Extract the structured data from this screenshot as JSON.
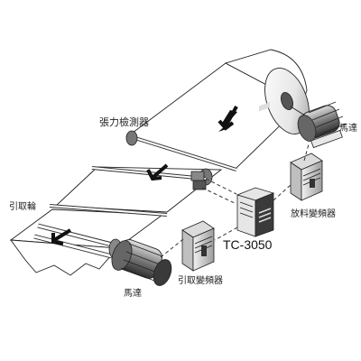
{
  "labels": {
    "tension_detector": "張力檢測器",
    "motor_top": "馬達",
    "unwind_inverter": "放料變頻器",
    "pull_wheel": "引取輪",
    "controller_model": "TC-3050",
    "motor_bottom": "馬達",
    "pull_inverter": "引取變頻器"
  },
  "colors": {
    "line": "#222222",
    "film": "#ffffff",
    "shade": "#c8c8c8",
    "dark": "#3a3a3a"
  }
}
